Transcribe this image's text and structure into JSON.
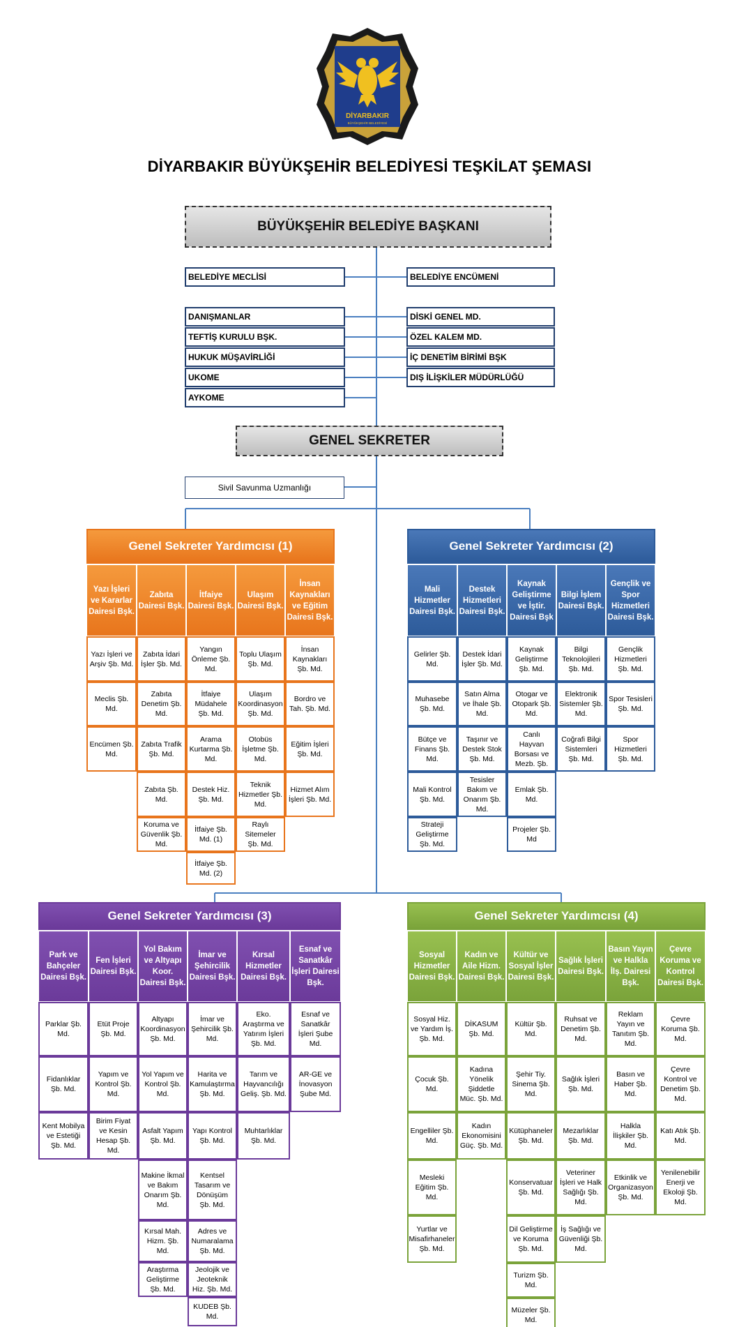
{
  "logo": {
    "text_main": "DİYARBAKIR",
    "text_sub": "BÜYÜKŞEHİR BELEDİYESİ",
    "icon": "double-headed-eagle-icon"
  },
  "title": "DİYARBAKIR BÜYÜKŞEHİR BELEDİYESİ TEŞKİLAT ŞEMASI",
  "mayor": "BÜYÜKŞEHİR BELEDİYE BAŞKANI",
  "left_boxes": [
    "BELEDİYE MECLİSİ",
    "DANIŞMANLAR",
    "TEFTİŞ KURULU BŞK.",
    "HUKUK MÜŞAVİRLİĞİ",
    "UKOME",
    "AYKOME"
  ],
  "right_boxes": [
    "BELEDİYE ENCÜMENİ",
    "DİSKİ GENEL MD.",
    "ÖZEL KALEM MD.",
    "İÇ DENETİM BİRİMİ BŞK",
    "DIŞ İLİŞKİLER MÜDÜRLÜĞÜ"
  ],
  "secretary": "GENEL SEKRETER",
  "civil_defense": "Sivil Savunma Uzmanlığı",
  "colors": {
    "orange": "#e8751c",
    "orange_light": "#f59a3d",
    "blue": "#2d5b9a",
    "purple": "#6b3a9a",
    "green": "#7aa33a",
    "navy": "#213e6e",
    "line": "#4a7fc0"
  },
  "groups": [
    {
      "title": "Genel Sekreter Yardımcısı (1)",
      "departments": [
        {
          "name": "Yazı İşleri ve Kararlar Dairesi Bşk.",
          "units": [
            "Yazı İşleri ve Arşiv Şb. Md.",
            "Meclis Şb. Md.",
            "Encümen Şb. Md."
          ]
        },
        {
          "name": "Zabıta Dairesi Bşk.",
          "units": [
            "Zabıta İdari İşler Şb. Md.",
            "Zabıta Denetim Şb. Md.",
            "Zabıta Trafik Şb. Md.",
            "Zabıta Şb. Md.",
            "Koruma ve Güvenlik Şb. Md."
          ]
        },
        {
          "name": "İtfaiye Dairesi Bşk.",
          "units": [
            "Yangın Önleme Şb. Md.",
            "İtfaiye Müdahele Şb. Md.",
            "Arama Kurtarma Şb. Md.",
            "Destek Hiz. Şb. Md.",
            "İtfaiye Şb. Md. (1)",
            "İtfaiye Şb. Md. (2)"
          ]
        },
        {
          "name": "Ulaşım Dairesi Bşk.",
          "units": [
            "Toplu Ulaşım Şb. Md.",
            "Ulaşım Koordinasyon Şb. Md.",
            "Otobüs İşletme Şb. Md.",
            "Teknik Hizmetler Şb. Md.",
            "Raylı Sitemeler Şb. Md."
          ]
        },
        {
          "name": "İnsan Kaynakları ve Eğitim Dairesi Bşk.",
          "units": [
            "İnsan Kaynakları Şb. Md.",
            "Bordro ve Tah. Şb. Md.",
            "Eğitim İşleri Şb. Md.",
            "Hizmet Alım İşleri Şb. Md."
          ]
        }
      ]
    },
    {
      "title": "Genel Sekreter Yardımcısı (2)",
      "departments": [
        {
          "name": "Mali Hizmetler Dairesi Bşk.",
          "units": [
            "Gelirler Şb. Md.",
            "Muhasebe Şb. Md.",
            "Bütçe ve Finans Şb. Md.",
            "Mali Kontrol Şb. Md.",
            "Strateji Geliştirme Şb. Md."
          ]
        },
        {
          "name": "Destek Hizmetleri Dairesi Bşk.",
          "units": [
            "Destek İdari İşler Şb. Md.",
            "Satın Alma ve İhale Şb. Md.",
            "Taşınır ve Destek Stok Şb. Md.",
            "Tesisler Bakım ve Onarım Şb. Md."
          ]
        },
        {
          "name": "Kaynak Geliştirme ve İştir. Dairesi Bşk",
          "units": [
            "Kaynak Geliştirme Şb. Md.",
            "Otogar ve Otopark Şb. Md.",
            "Canlı Hayvan Borsası ve Mezb. Şb.",
            "Emlak Şb. Md.",
            "Projeler Şb. Md"
          ]
        },
        {
          "name": "Bilgi İşlem Dairesi Bşk.",
          "units": [
            "Bilgi Teknolojileri Şb. Md.",
            "Elektronik Sistemler Şb. Md.",
            "Coğrafi Bilgi Sistemleri Şb. Md."
          ]
        },
        {
          "name": "Gençlik ve Spor Hizmetleri Dairesi Bşk.",
          "units": [
            "Gençlik Hizmetleri Şb. Md.",
            "Spor Tesisleri Şb. Md.",
            "Spor Hizmetleri Şb. Md."
          ]
        }
      ]
    },
    {
      "title": "Genel Sekreter Yardımcısı (3)",
      "departments": [
        {
          "name": "Park ve Bahçeler Dairesi Bşk.",
          "units": [
            "Parklar Şb. Md.",
            "Fidanlıklar Şb. Md.",
            "Kent Mobilya ve Estetiği Şb. Md."
          ]
        },
        {
          "name": "Fen İşleri Dairesi Bşk.",
          "units": [
            "Etüt Proje Şb. Md.",
            "Yapım ve Kontrol Şb. Md.",
            "Birim Fiyat ve Kesin Hesap Şb. Md."
          ]
        },
        {
          "name": "Yol Bakım ve Altyapı Koor. Dairesi Bşk.",
          "units": [
            "Altyapı Koordinasyon Şb. Md.",
            "Yol Yapım ve Kontrol Şb. Md.",
            "Asfalt Yapım Şb. Md.",
            "Makine İkmal ve Bakım Onarım Şb. Md.",
            "Kırsal Mah. Hizm. Şb. Md.",
            "Araştırma Geliştirme Şb. Md."
          ]
        },
        {
          "name": "İmar ve Şehircilik Dairesi Bşk.",
          "units": [
            "İmar ve Şehircilik Şb. Md.",
            "Harita ve Kamulaştırma Şb. Md.",
            "Yapı Kontrol Şb. Md.",
            "Kentsel Tasarım ve Dönüşüm Şb. Md.",
            "Adres ve Numaralama Şb. Md.",
            "Jeolojik ve Jeoteknik Hiz. Şb. Md.",
            "KUDEB Şb. Md."
          ]
        },
        {
          "name": "Kırsal Hizmetler Dairesi Bşk.",
          "units": [
            "Eko. Araştırma ve Yatırım İşleri Şb. Md.",
            "Tarım ve Hayvancılığı Geliş. Şb. Md.",
            "Muhtarlıklar Şb. Md."
          ]
        },
        {
          "name": "Esnaf ve Sanatkâr İşleri Dairesi Bşk.",
          "units": [
            "Esnaf ve Sanatkâr İşleri Şube Md.",
            "AR-GE ve İnovasyon Şube Md."
          ]
        }
      ]
    },
    {
      "title": "Genel Sekreter Yardımcısı (4)",
      "departments": [
        {
          "name": "Sosyal Hizmetler Dairesi Bşk.",
          "units": [
            "Sosyal Hiz. ve Yardım İş. Şb. Md.",
            "Çocuk Şb. Md.",
            "Engelliler Şb. Md.",
            "Mesleki Eğitim Şb. Md.",
            "Yurtlar ve Misafirhaneler Şb. Md."
          ]
        },
        {
          "name": "Kadın ve Aile Hizm. Dairesi Bşk.",
          "units": [
            "DİKASUM Şb. Md.",
            "Kadına Yönelik Şiddetle Müc. Şb. Md.",
            "Kadın Ekonomisini Güç. Şb. Md."
          ]
        },
        {
          "name": "Kültür ve Sosyal İşler Dairesi Bşk.",
          "units": [
            "Kültür Şb. Md.",
            "Şehir Tiy. Sinema Şb. Md.",
            "Kütüphaneler Şb. Md.",
            "Konservatuar Şb. Md.",
            "Dil Geliştirme ve Koruma Şb. Md.",
            "Turizm Şb. Md.",
            "Müzeler Şb. Md."
          ]
        },
        {
          "name": "Sağlık İşleri Dairesi Bşk.",
          "units": [
            "Ruhsat ve Denetim Şb. Md.",
            "Sağlık İşleri Şb. Md.",
            "Mezarlıklar Şb. Md.",
            "Veteriner İşleri ve Halk Sağlığı Şb. Md.",
            "İş Sağlığı ve Güvenliği Şb. Md."
          ]
        },
        {
          "name": "Basın Yayın ve Halkla İlş. Dairesi Bşk.",
          "units": [
            "Reklam Yayın ve Tanıtım Şb. Md.",
            "Basın ve Haber Şb. Md.",
            "Halkla İlişkiler Şb. Md.",
            "Etkinlik ve Organizasyon Şb. Md."
          ]
        },
        {
          "name": "Çevre Koruma ve Kontrol Dairesi Bşk.",
          "units": [
            "Çevre Koruma Şb. Md.",
            "Çevre Kontrol ve Denetim Şb. Md.",
            "Katı Atık Şb. Md.",
            "Yenilenebilir Enerji ve Ekoloji Şb. Md."
          ]
        }
      ]
    }
  ]
}
